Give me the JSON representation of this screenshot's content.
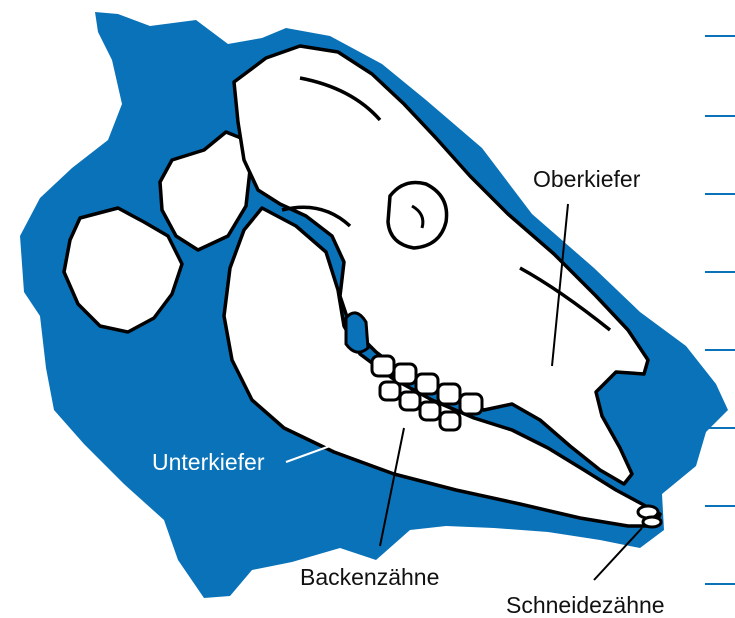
{
  "diagram": {
    "colors": {
      "background_blob": "#0a72b8",
      "skull_fill": "#ffffff",
      "outline": "#000000",
      "ruler_lines": "#0a72b8",
      "label_dark": "#111111",
      "label_light": "#ffffff"
    },
    "labels": {
      "oberkiefer": "Oberkiefer",
      "unterkiefer": "Unterkiefer",
      "backenzaehne": "Backenzähne",
      "schneidezaehne": "Schneidezähne"
    }
  }
}
